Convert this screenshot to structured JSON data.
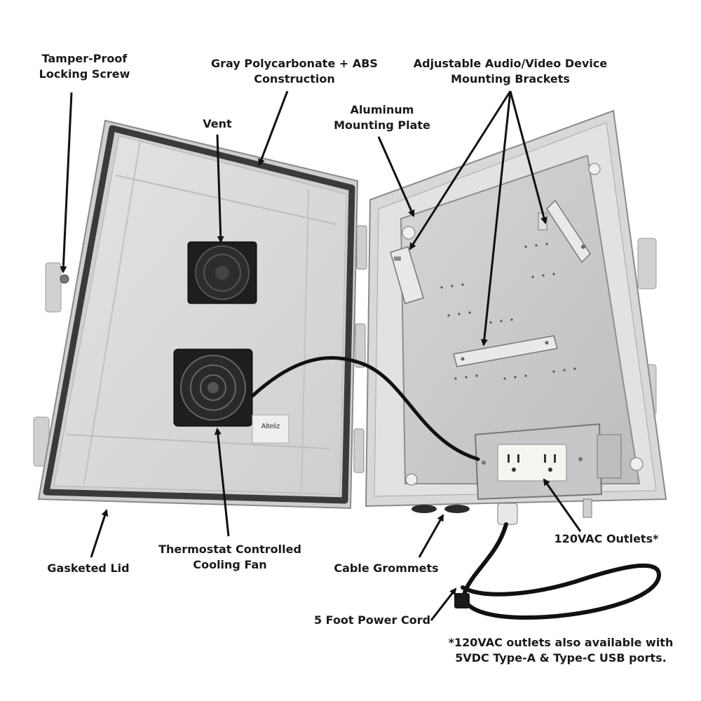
{
  "callouts": {
    "tamper_screw": [
      "Tamper-Proof",
      "Locking Screw"
    ],
    "housing": [
      "Gray Polycarbonate + ABS",
      "Construction"
    ],
    "brackets": [
      "Adjustable Audio/Video Device",
      "Mounting Brackets"
    ],
    "vent": [
      "Vent"
    ],
    "plate": [
      "Aluminum",
      "Mounting Plate"
    ],
    "fan": [
      "Thermostat Controlled",
      "Cooling Fan"
    ],
    "lid": [
      "Gasketed Lid"
    ],
    "grommets": [
      "Cable Grommets"
    ],
    "outlets": [
      "120VAC Outlets*"
    ],
    "cord": [
      "5 Foot Power Cord"
    ],
    "footnote": [
      "*120VAC outlets also available with",
      "5VDC Type-A & Type-C USB ports."
    ]
  },
  "fan_label": {
    "brand": "Alteliz"
  },
  "colors": {
    "enclosure": "#d8d8d8",
    "gasket": "#3a3a3a",
    "plate": "#c9c9c9",
    "fan": "#1e1e1e",
    "cable": "#111111"
  }
}
